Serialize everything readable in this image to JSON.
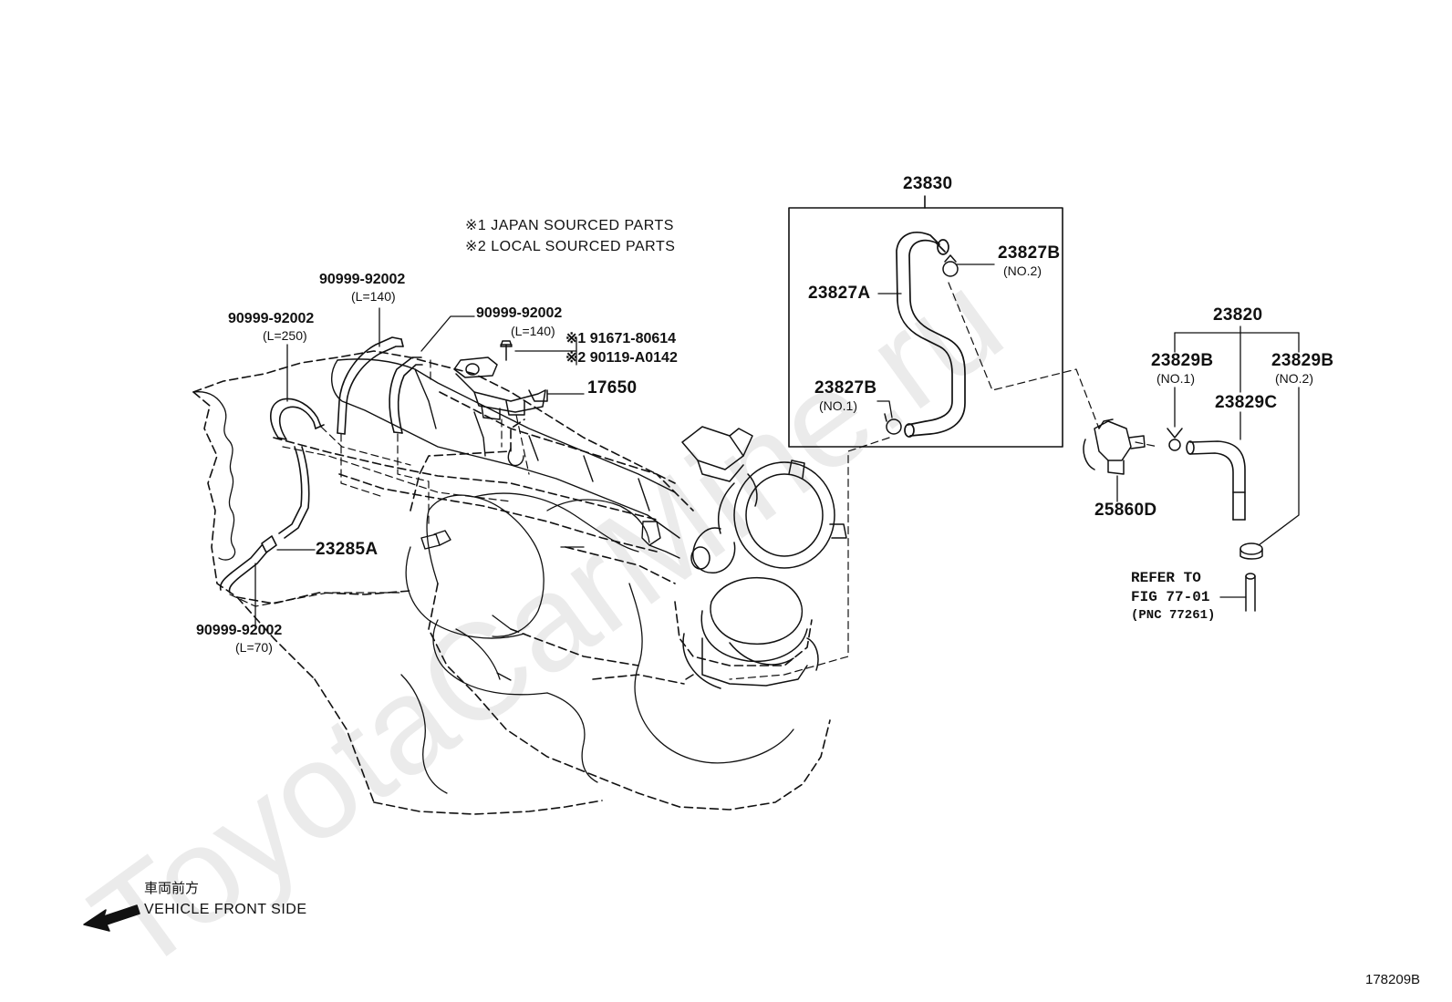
{
  "watermark": "ToyotaCarMine.ru",
  "notes": {
    "japan": "※1 JAPAN SOURCED PARTS",
    "local": "※2 LOCAL SOURCED PARTS"
  },
  "parts": {
    "hose_140_top": {
      "number": "90999-92002",
      "length": "(L=140)"
    },
    "hose_250": {
      "number": "90999-92002",
      "length": "(L=250)"
    },
    "hose_140_right": {
      "number": "90999-92002",
      "length": "(L=140)"
    },
    "hose_70": {
      "number": "90999-92002",
      "length": "(L=70)"
    },
    "bolt_japan": "※1 91671-80614",
    "bolt_local": "※2 90119-A0142",
    "valve_17650": "17650",
    "part_23285a": "23285A",
    "part_23830": "23830",
    "part_23827b_no2": {
      "number": "23827B",
      "sub": "(NO.2)"
    },
    "part_23827a": "23827A",
    "part_23827b_no1": {
      "number": "23827B",
      "sub": "(NO.1)"
    },
    "part_23820": "23820",
    "part_23829b_no1": {
      "number": "23829B",
      "sub": "(NO.1)"
    },
    "part_23829b_no2": {
      "number": "23829B",
      "sub": "(NO.2)"
    },
    "part_23829c": "23829C",
    "part_25860d": "25860D"
  },
  "refer": {
    "line1": "REFER TO",
    "line2": "FIG 77-01",
    "line3": "(PNC 77261)"
  },
  "front": {
    "japanese": "車両前方",
    "english": "VEHICLE FRONT SIDE"
  },
  "figure_id": "178209B",
  "colors": {
    "ink": "#111111",
    "watermark": "#dcdcdc",
    "background": "#ffffff"
  }
}
